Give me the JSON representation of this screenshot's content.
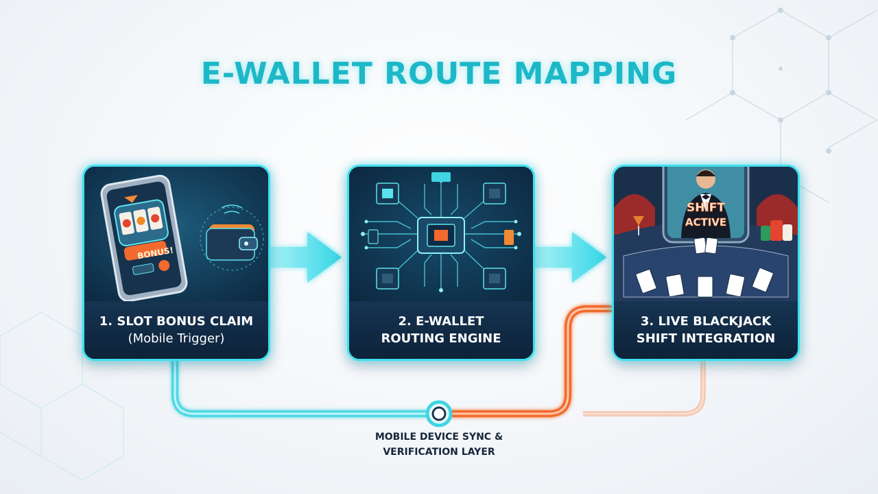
{
  "title": "E-WALLET ROUTE MAPPING",
  "steps": [
    {
      "line1": "1. SLOT BONUS CLAIM",
      "line2": "(Mobile Trigger)"
    },
    {
      "line1": "2. E-WALLET",
      "line2": "ROUTING ENGINE"
    },
    {
      "line1": "3. LIVE BLACKJACK",
      "line2": "SHIFT INTEGRATION"
    }
  ],
  "step1_art": {
    "badge": "BONUS!"
  },
  "step3_art": {
    "status_line1": "SHIFT",
    "status_line2": "ACTIVE"
  },
  "connector": {
    "line1": "MOBILE DEVICE SYNC &",
    "line2": "VERIFICATION LAYER"
  },
  "colors": {
    "accent": "#3fe0ee",
    "title": "#1db8c8",
    "orange": "#f26a2e",
    "card_bg": "#0f2b45"
  }
}
